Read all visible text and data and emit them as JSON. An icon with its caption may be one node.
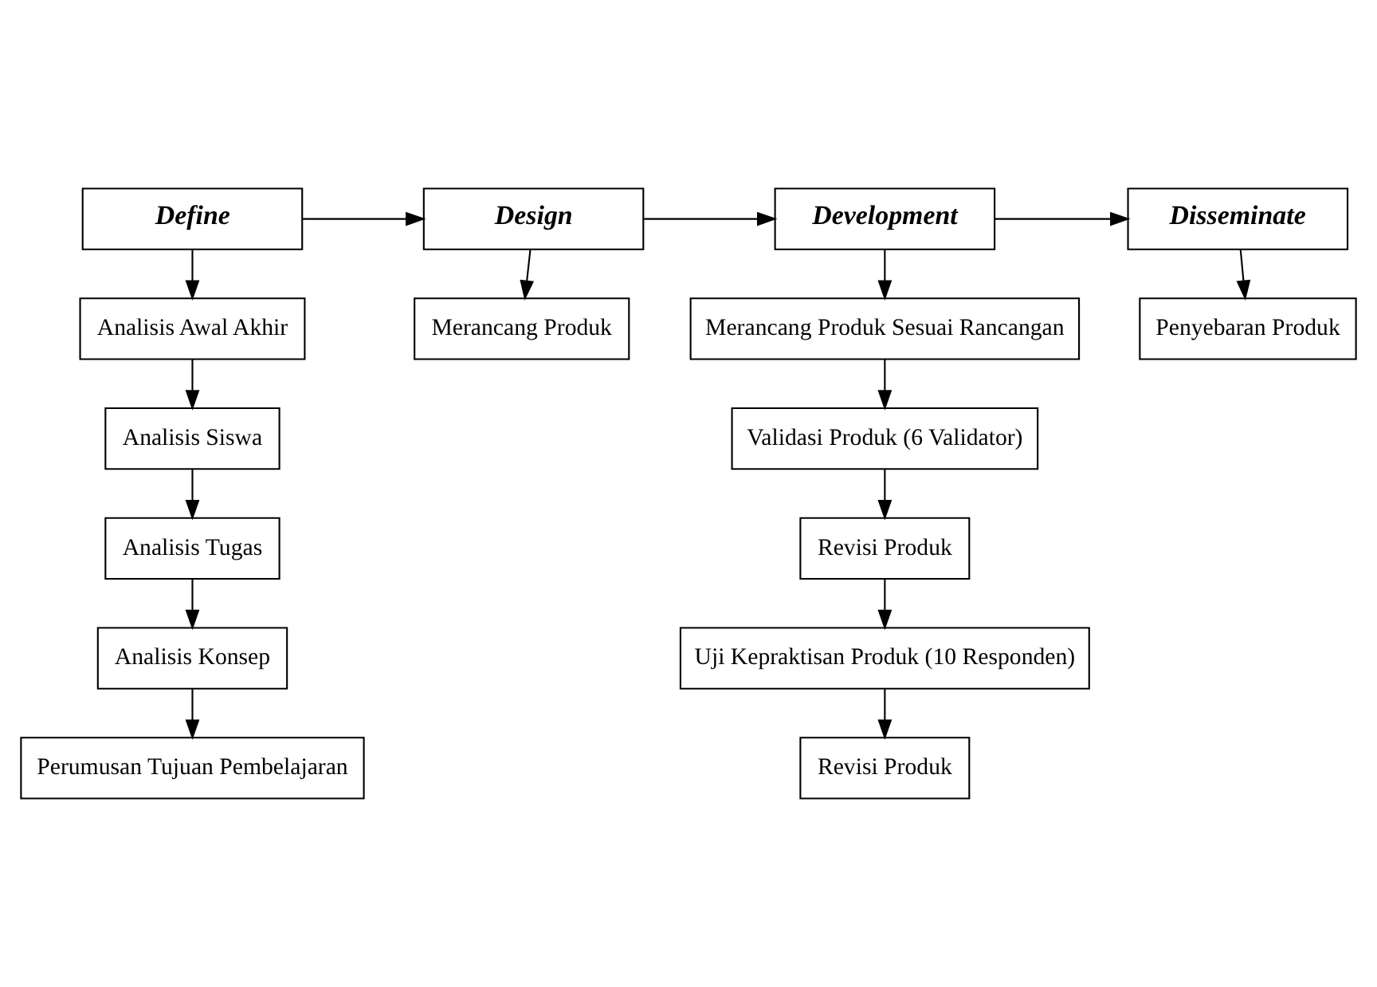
{
  "diagram": {
    "nodes": [
      {
        "text": [
          "Define"
        ]
      },
      {
        "text": [
          "Design"
        ]
      },
      {
        "text": [
          "Development"
        ]
      },
      {
        "text": [
          "Disseminate"
        ]
      },
      {
        "text": [
          "Analisis Awal Akhir"
        ]
      },
      {
        "text": [
          "Analisis Siswa"
        ]
      },
      {
        "text": [
          "Analisis Tugas"
        ]
      },
      {
        "text": [
          "Analisis Konsep"
        ]
      },
      {
        "text": [
          "Perumusan Tujuan Pembelajaran"
        ]
      },
      {
        "text": [
          "Merancang Produk"
        ]
      },
      {
        "text": [
          "Merancang Produk Sesuai Rancangan"
        ]
      },
      {
        "text": [
          "Validasi Produk (6 Validator)"
        ]
      },
      {
        "text": [
          "Revisi Produk"
        ]
      },
      {
        "text": [
          "Uji Kepraktisan Produk (10 Responden)"
        ]
      },
      {
        "text": [
          "Revisi Produk"
        ]
      },
      {
        "text": [
          "Penyebaran Produk"
        ]
      }
    ],
    "edges": [
      {
        "from": 0,
        "to": 1,
        "arrow": "to"
      },
      {
        "from": 1,
        "to": 2,
        "arrow": "to"
      },
      {
        "from": 2,
        "to": 3,
        "arrow": "to"
      },
      {
        "from": 0,
        "to": 4,
        "arrow": "to"
      },
      {
        "from": 4,
        "to": 5,
        "arrow": "to"
      },
      {
        "from": 5,
        "to": 6,
        "arrow": "to"
      },
      {
        "from": 6,
        "to": 7,
        "arrow": "to"
      },
      {
        "from": 7,
        "to": 8,
        "arrow": "to"
      },
      {
        "from": 1,
        "to": 9,
        "arrow": "to"
      },
      {
        "from": 2,
        "to": 10,
        "arrow": "to"
      },
      {
        "from": 10,
        "to": 11,
        "arrow": "to"
      },
      {
        "from": 11,
        "to": 12,
        "arrow": "to"
      },
      {
        "from": 12,
        "to": 13,
        "arrow": "to"
      },
      {
        "from": 13,
        "to": 14,
        "arrow": "to"
      },
      {
        "from": 3,
        "to": 15,
        "arrow": "to"
      }
    ]
  }
}
